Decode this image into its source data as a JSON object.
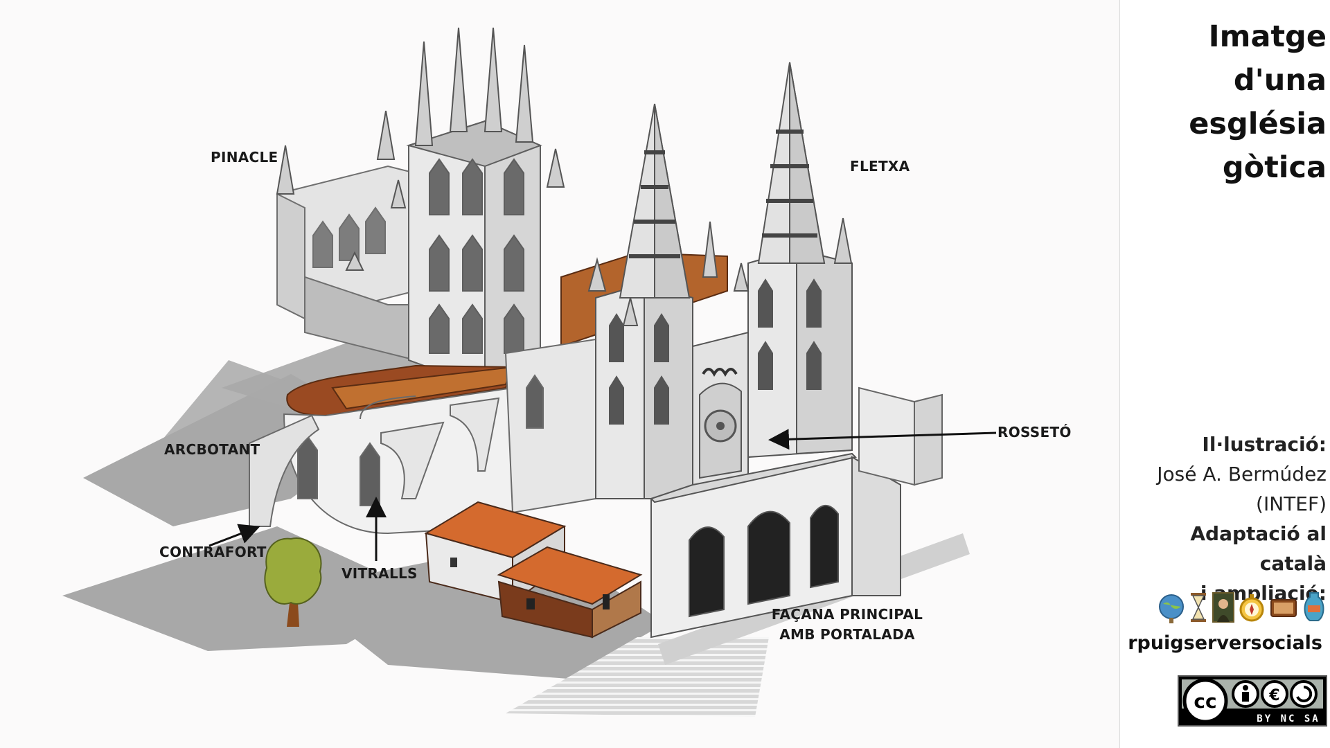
{
  "title": {
    "line1": "Imatge d'una",
    "line2": "església",
    "line3": "gòtica"
  },
  "labels": {
    "pinacle": "PINACLE",
    "fletxa": "FLETXA",
    "rosseto": "ROSSETÓ",
    "arcbotant": "ARCBOTANT",
    "contrafort": "CONTRAFORT",
    "vitralls": "VITRALLS",
    "facana_line1": "FAÇANA PRINCIPAL",
    "facana_line2": "AMB PORTALADA"
  },
  "credits": {
    "illustration_label": "Il·lustració:",
    "author_line1": "José A. Bermúdez",
    "author_line2": "(INTEF)",
    "adaptation_line1": "Adaptació al català",
    "adaptation_line2": "i ampliació:",
    "handle": "rpuigserversocials",
    "icons": [
      "globe-icon",
      "hourglass-icon",
      "portrait-icon",
      "compass-icon",
      "book-icon",
      "amphora-icon"
    ]
  },
  "license": {
    "badge_text": "BY NC SA"
  },
  "colors": {
    "roof": "#b3642c",
    "roof_dark": "#7a3b1c",
    "stone": "#ececec",
    "shadow": "#a9a9a9",
    "tree": "#9aab3c",
    "arrow": "#111111"
  }
}
